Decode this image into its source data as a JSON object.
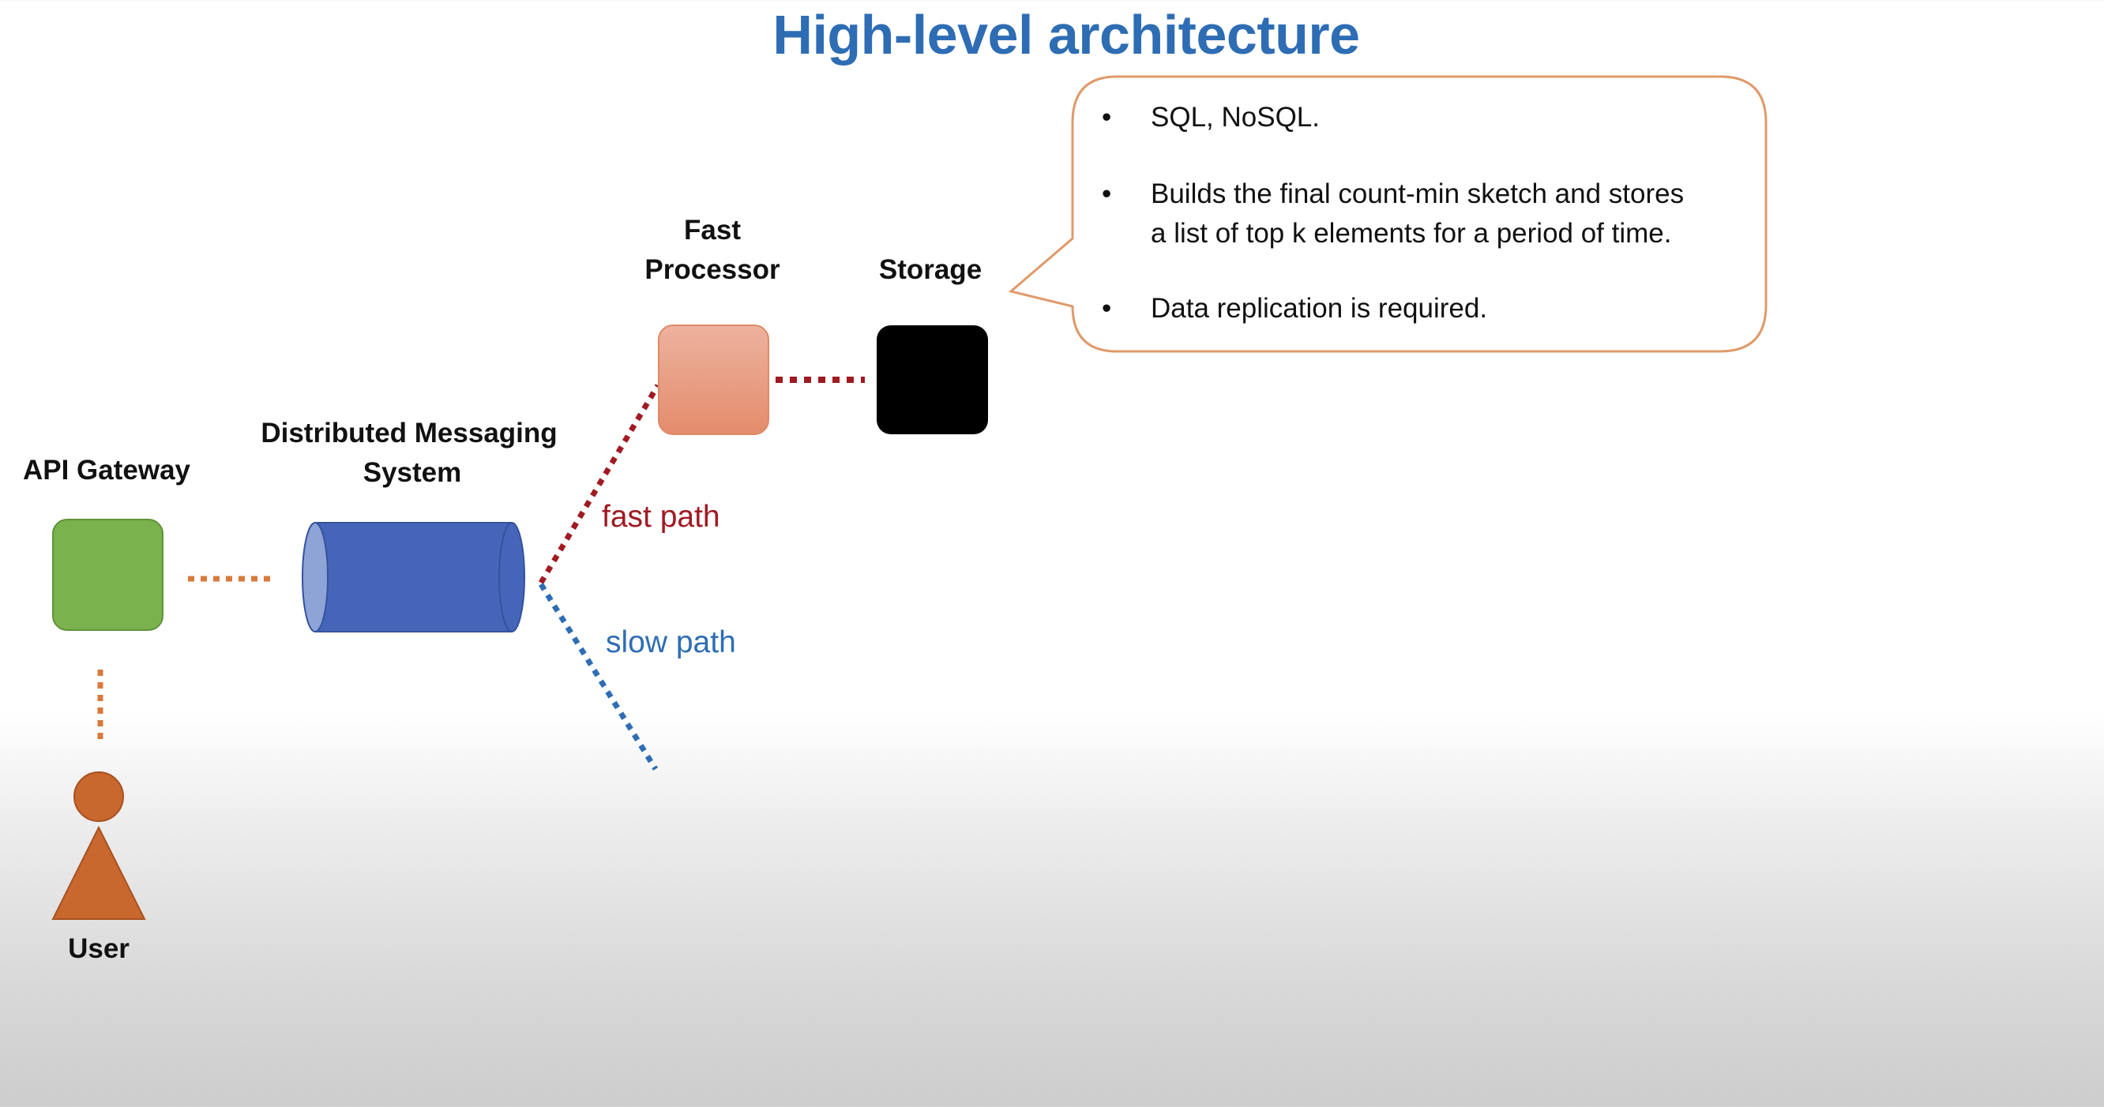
{
  "slide": {
    "title": "High-level architecture"
  },
  "components": {
    "api_gateway": {
      "label": "API Gateway",
      "color": "#7ab24e"
    },
    "messaging": {
      "label_line1": "Distributed Messaging",
      "label_line2": "System",
      "color": "#4566b8"
    },
    "fast_processor": {
      "label_line1": "Fast",
      "label_line2": "Processor",
      "color": "#e9a086"
    },
    "storage": {
      "label": "Storage",
      "color": "#000000"
    },
    "user": {
      "label": "User",
      "color": "#c8672e"
    }
  },
  "paths": {
    "fast": {
      "label": "fast path",
      "color": "#a01a22"
    },
    "slow": {
      "label": "slow path",
      "color": "#2e6db4"
    }
  },
  "connector_color": "#d97a3d",
  "callout": {
    "border_color": "#e09a6a",
    "bullet_symbol": "•",
    "bullets": [
      {
        "line1": "SQL, NoSQL.",
        "line2": ""
      },
      {
        "line1": "Builds the final count-min sketch and stores",
        "line2": "a list of top k elements for a period of time."
      },
      {
        "line1": "Data replication is required.",
        "line2": ""
      }
    ]
  }
}
